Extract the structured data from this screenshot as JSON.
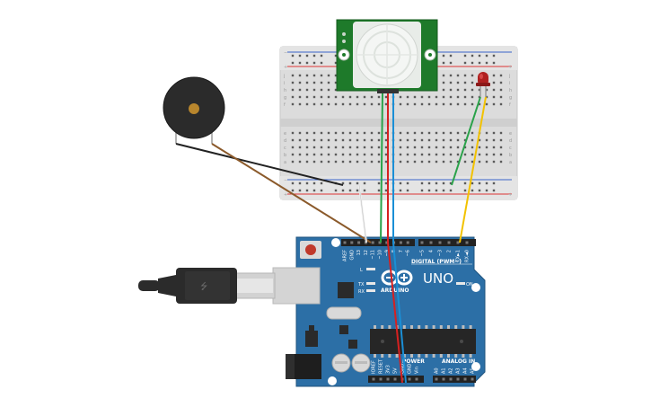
{
  "arduino": {
    "model_label": "UNO",
    "brand_label": "ARDUINO",
    "digital_label": "DIGITAL (PWM~)",
    "power_label": "POWER",
    "analog_label": "ANALOG IN",
    "on_label": "ON",
    "l_label": "L",
    "tx_label": "TX",
    "rx_label": "RX",
    "board_color": "#2c6fa6",
    "top_pins": [
      "AREF",
      "GND",
      "13",
      "12",
      "~11",
      "~10",
      "~9",
      "8",
      "7",
      "~6",
      "~5",
      "4",
      "~3",
      "2",
      "TX►1",
      "RX◄0"
    ],
    "power_pins": [
      "IOREF",
      "RESET",
      "3V3",
      "5V",
      "GND",
      "GND",
      "Vin"
    ],
    "analog_pins": [
      "A0",
      "A1",
      "A2",
      "A3",
      "A4",
      "A5"
    ]
  },
  "breadboard": {
    "row_letters_top": [
      "j",
      "i",
      "h",
      "g",
      "f"
    ],
    "row_letters_bottom": [
      "e",
      "d",
      "c",
      "b",
      "a"
    ],
    "rail_plus": "+",
    "rail_minus": "−"
  },
  "pir_sensor": {
    "color": "#1e7a2a"
  },
  "led": {
    "color": "#b02020"
  },
  "wires": {
    "black": "#222222",
    "brown": "#8b5a2b",
    "white": "#e6e6e6",
    "green": "#2aa24a",
    "red": "#d62020",
    "blue": "#1a8fd6",
    "yellow": "#f2c200"
  }
}
